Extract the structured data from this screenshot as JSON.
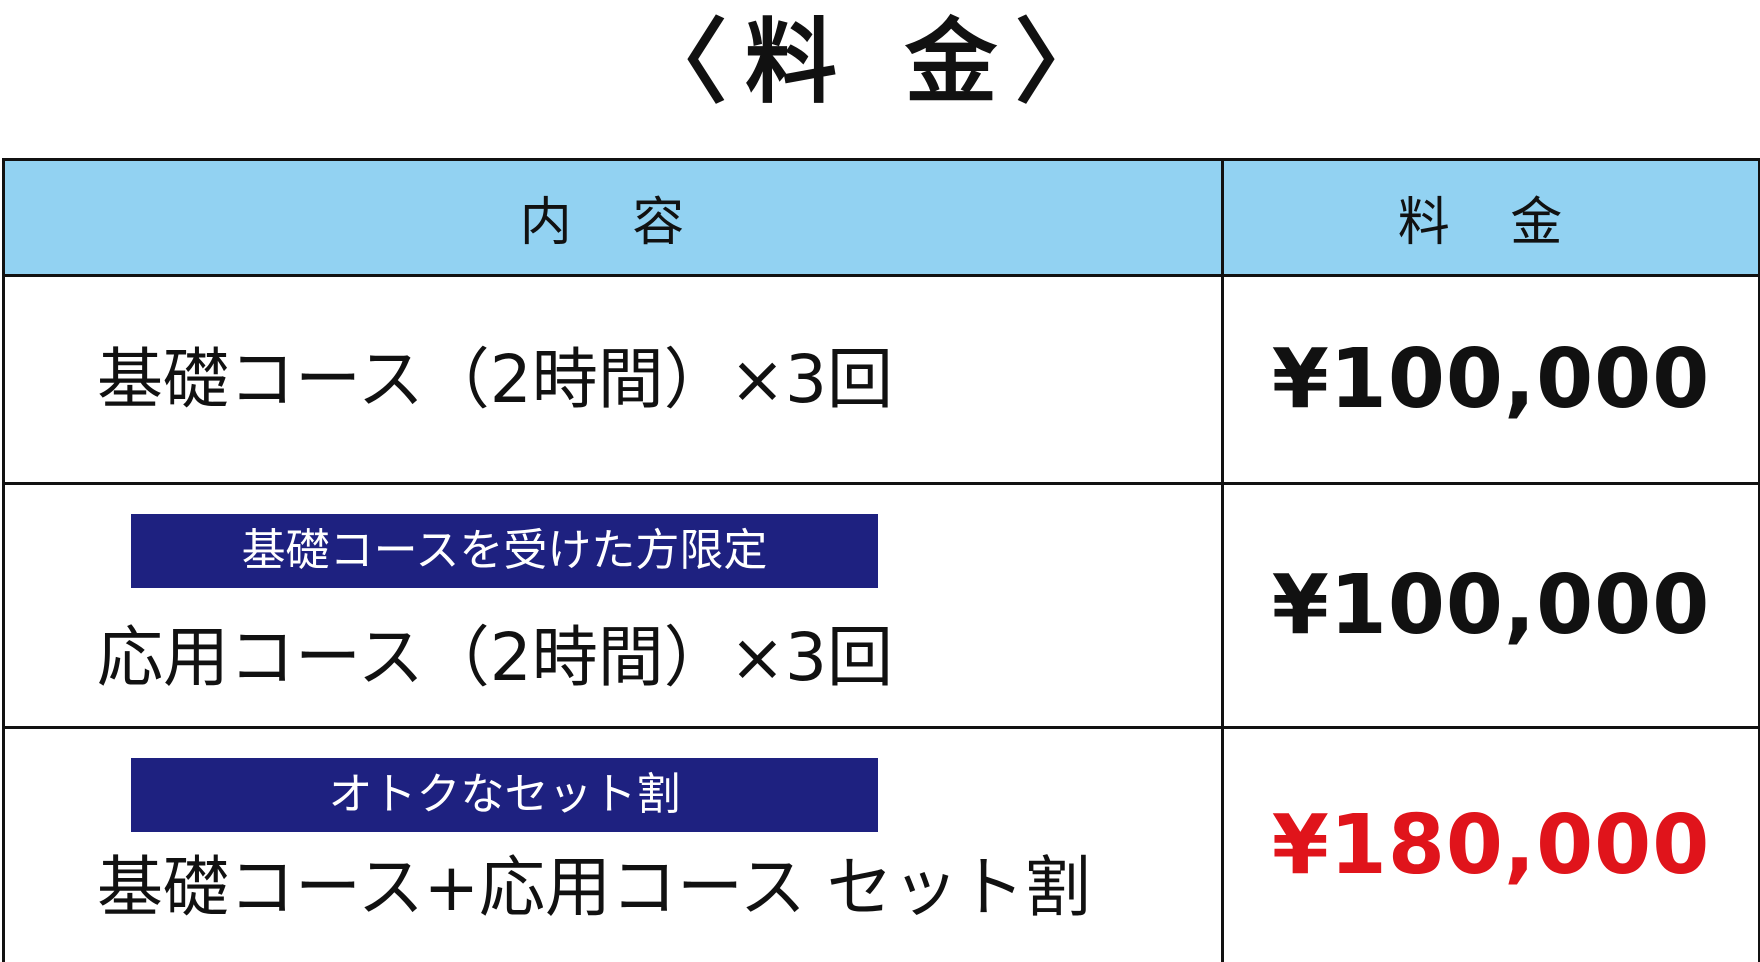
{
  "title": "〈料 金〉",
  "table": {
    "headers": {
      "content": "内 容",
      "price": "料 金"
    },
    "rows": [
      {
        "badge": "",
        "content": "基礎コース（2時間）×3回",
        "price": "¥100,000"
      },
      {
        "badge": "基礎コースを受けた方限定",
        "content": "応用コース（2時間）×3回",
        "price": "¥100,000"
      },
      {
        "badge": "オトクなセット割",
        "content": "基礎コース+応用コース セット割",
        "price": "¥180,000"
      }
    ]
  },
  "colors": {
    "header_background": "#92d2f2",
    "badge_background": "#1e2180",
    "highlight_price": "#e0141b",
    "border": "#111111"
  }
}
